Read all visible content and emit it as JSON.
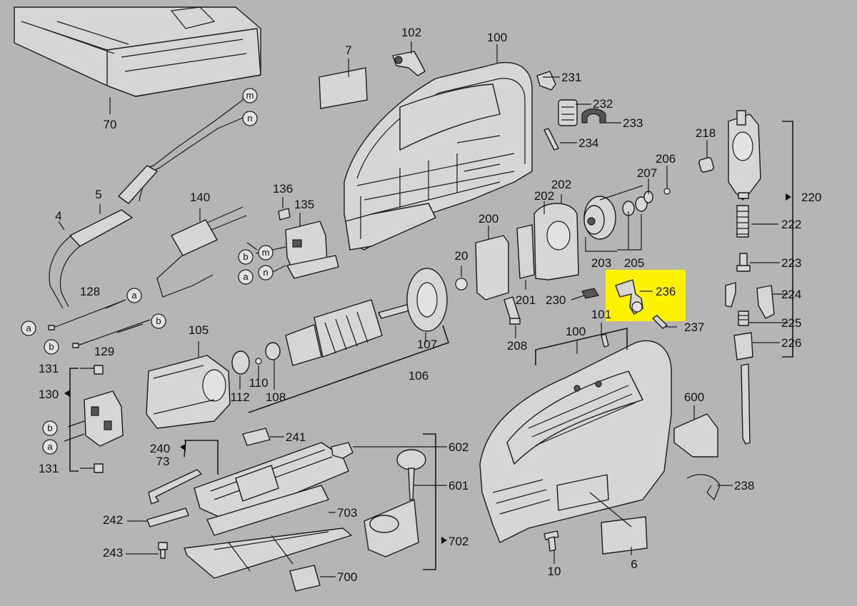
{
  "highlight_color": "#fff200",
  "background_color": "#b5b5b5",
  "labels": {
    "p7": "7",
    "p102": "102",
    "p100_top": "100",
    "p231": "231",
    "p232": "232",
    "p233": "233",
    "p234": "234",
    "p218": "218",
    "p206": "206",
    "p207": "207",
    "p220": "220",
    "p222": "222",
    "p223": "223",
    "p224": "224",
    "p225": "225",
    "p226": "226",
    "p70": "70",
    "p5": "5",
    "p4": "4",
    "p140": "140",
    "p136": "136",
    "p135": "135",
    "p200": "200",
    "p202a": "202",
    "p202b": "202",
    "p203": "203",
    "p205": "205",
    "p20": "20",
    "p201": "201",
    "p230": "230",
    "p236": "236",
    "p101": "101",
    "p237": "237",
    "p100_bottom": "100",
    "p128": "128",
    "p129": "129",
    "p105": "105",
    "p107": "107",
    "p106": "106",
    "p112": "112",
    "p110": "110",
    "p108": "108",
    "p208": "208",
    "p131a": "131",
    "p130": "130",
    "p131b": "131",
    "p241": "241",
    "p240": "240",
    "p73": "73",
    "p602": "602",
    "p601": "601",
    "p703": "703",
    "p702": "702",
    "p242": "242",
    "p243": "243",
    "p700": "700",
    "p600": "600",
    "p238": "238",
    "p10": "10",
    "p6": "6"
  },
  "connectors": {
    "m1": "m",
    "n1": "n",
    "m2": "m",
    "n2": "n",
    "b1": "b",
    "a1": "a",
    "a2": "a",
    "a3": "a",
    "b2": "b",
    "b3": "b",
    "b4": "b",
    "a4": "a"
  }
}
